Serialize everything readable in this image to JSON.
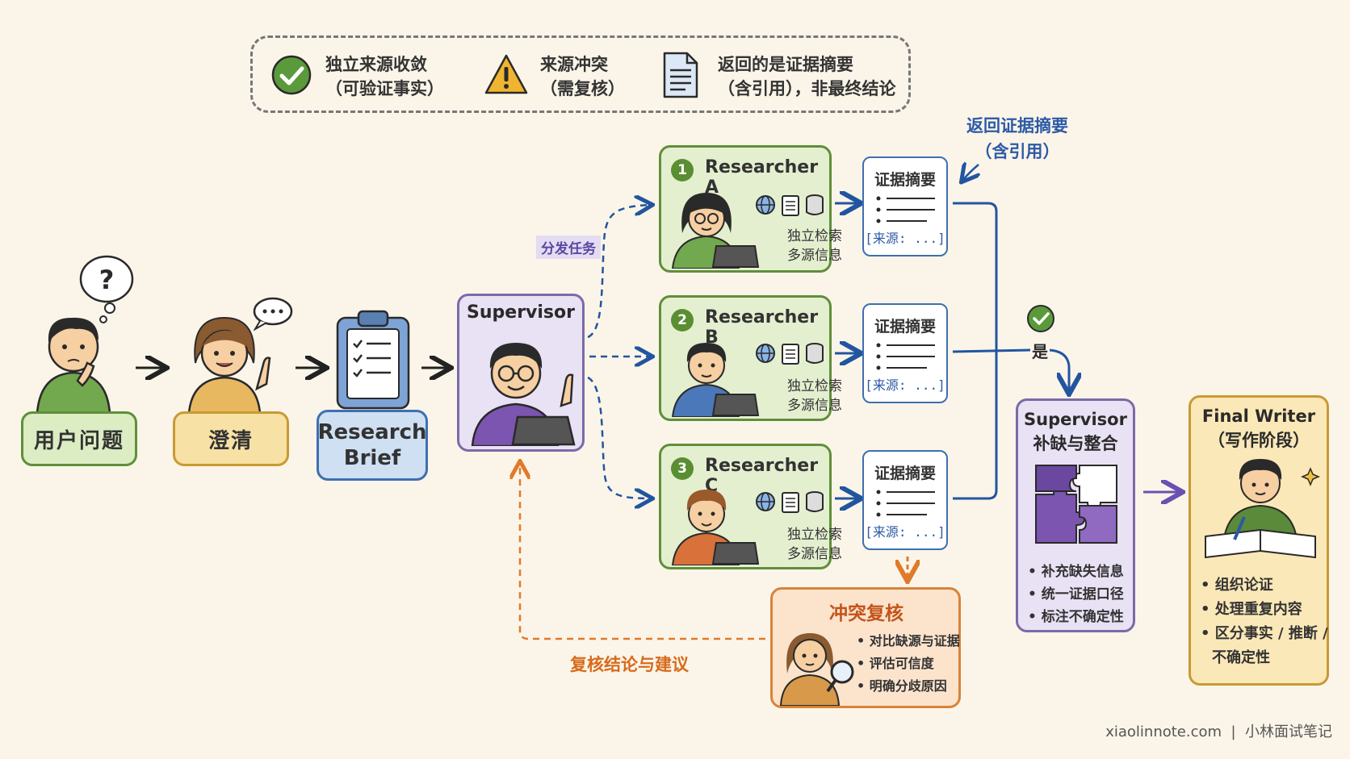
{
  "legend": {
    "items": [
      {
        "icon": "check-circle-icon",
        "line1": "独立来源收敛",
        "line2": "（可验证事实）"
      },
      {
        "icon": "warning-icon",
        "line1": "来源冲突",
        "line2": "（需复核）"
      },
      {
        "icon": "document-icon",
        "line1": "返回的是证据摘要",
        "line2": "（含引用），非最终结论"
      }
    ]
  },
  "steps": {
    "user_question": "用户问题",
    "clarify": "澄清",
    "brief_line1": "Research",
    "brief_line2": "Brief",
    "supervisor": "Supervisor"
  },
  "dispatch_label": "分发任务",
  "return_note_line1": "返回证据摘要",
  "return_note_line2": "（含引用）",
  "researchers": [
    {
      "num": "1",
      "name": "Researcher A",
      "desc1": "独立检索",
      "desc2": "多源信息"
    },
    {
      "num": "2",
      "name": "Researcher B",
      "desc1": "独立检索",
      "desc2": "多源信息"
    },
    {
      "num": "3",
      "name": "Researcher C",
      "desc1": "独立检索",
      "desc2": "多源信息"
    }
  ],
  "evidence": {
    "title": "证据摘要",
    "source": "[来源: ...]"
  },
  "yes_label": "是",
  "conflict": {
    "title": "冲突复核",
    "items": [
      "对比缺源与证据",
      "评估可信度",
      "明确分歧原因"
    ]
  },
  "review_label": "复核结论与建议",
  "integrate": {
    "title1": "Supervisor",
    "title2": "补缺与整合",
    "items": [
      "补充缺失信息",
      "统一证据口径",
      "标注不确定性"
    ]
  },
  "writer": {
    "title1": "Final Writer",
    "title2": "（写作阶段）",
    "items": [
      "组织论证",
      "处理重复内容",
      "区分事实 / 推断 /",
      "不确定性"
    ]
  },
  "footer": "xiaolinnote.com  |  小林面试笔记",
  "colors": {
    "green": "#6a9a3c",
    "yellow": "#d9a93a",
    "blue": "#3e6fb0",
    "purple": "#7b6aa8",
    "orange": "#d8833a",
    "arrow_blue": "#2255a0",
    "arrow_orange": "#e07a2a",
    "arrow_purple": "#6a50b0"
  }
}
